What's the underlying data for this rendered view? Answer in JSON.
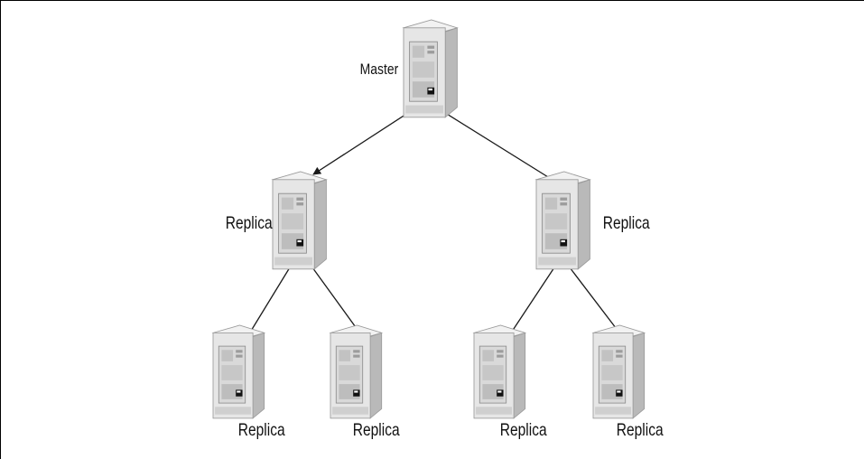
{
  "diagram": {
    "type": "replication-tree",
    "colors": {
      "server_front": "#e6e6e6",
      "server_side": "#b9b9b9",
      "server_top": "#f2f2f2",
      "panel": "#cfcfcf",
      "arrow": "#1a1a1a"
    },
    "nodes": [
      {
        "id": "master",
        "label": "Master",
        "icon": "server-icon"
      },
      {
        "id": "replica-l",
        "label": "Replica",
        "icon": "server-icon"
      },
      {
        "id": "replica-r",
        "label": "Replica",
        "icon": "server-icon"
      },
      {
        "id": "replica-ll",
        "label": "Replica",
        "icon": "server-icon"
      },
      {
        "id": "replica-lr",
        "label": "Replica",
        "icon": "server-icon"
      },
      {
        "id": "replica-rl",
        "label": "Replica",
        "icon": "server-icon"
      },
      {
        "id": "replica-rr",
        "label": "Replica",
        "icon": "server-icon"
      }
    ],
    "edges": [
      {
        "from": "master",
        "to": "replica-l"
      },
      {
        "from": "master",
        "to": "replica-r"
      },
      {
        "from": "replica-l",
        "to": "replica-ll"
      },
      {
        "from": "replica-l",
        "to": "replica-lr"
      },
      {
        "from": "replica-r",
        "to": "replica-rl"
      },
      {
        "from": "replica-r",
        "to": "replica-rr"
      }
    ]
  }
}
